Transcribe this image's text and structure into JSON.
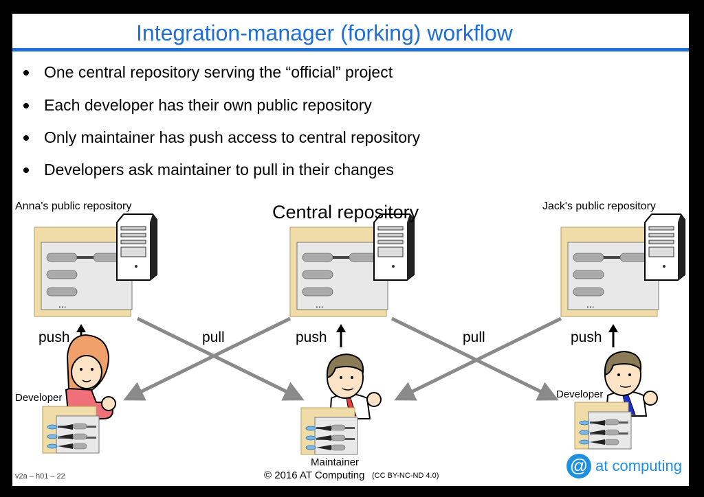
{
  "slide": {
    "title": "Integration-manager (forking) workflow",
    "bullets": [
      "One central repository serving the “official” project",
      "Each developer has their own public repository",
      "Only maintainer has push access to central repository",
      "Developers ask maintainer to pull in their changes"
    ]
  },
  "diagram": {
    "anna_repo_label": "Anna's public repository",
    "central_repo_label": "Central repository",
    "jack_repo_label": "Jack's public repository",
    "repo_ellipsis": "...",
    "push_label": "push",
    "pull_label": "pull",
    "developer_label": "Developer",
    "maintainer_label": "Maintainer"
  },
  "footer": {
    "page_ref": "v2a – h01 – 22",
    "copyright": "©  2016 AT Computing",
    "license": "(CC BY-NC-ND 4.0)",
    "logo_symbol": "@",
    "logo_text": "at computing"
  },
  "colors": {
    "title_blue": "#1f6fd6",
    "logo_blue": "#1e90e0",
    "repo_tan": "#f0dca8",
    "arrow_gray": "#8a8a8a"
  }
}
